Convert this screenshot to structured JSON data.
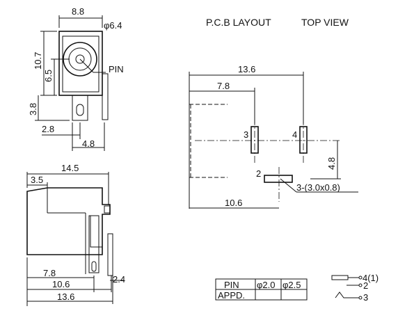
{
  "header": {
    "pcb_layout": "P.C.B LAYOUT",
    "top_view": "TOP VIEW"
  },
  "front_view": {
    "dim_width": "8.8",
    "dim_diameter": "φ6.4",
    "dim_height": "10.7",
    "dim_center": "6.5",
    "dim_bottom": "3.8",
    "dim_offset": "2.8",
    "dim_pin": "4.8",
    "pin_label": "PIN"
  },
  "side_view": {
    "dim_length": "14.5",
    "dim_front": "3.5",
    "dim_a": "7.8",
    "dim_b": "10.6",
    "dim_c": "13.6",
    "dim_d": "2.4"
  },
  "pcb": {
    "dim_total": "13.6",
    "dim_pin3": "7.8",
    "dim_pin2": "10.6",
    "dim_vertical": "4.8",
    "pin1_label": "3",
    "pin2_label": "4",
    "pin3_label": "2",
    "slot_note": "3-(3.0x0.8)"
  },
  "table": {
    "header_pin": "PIN",
    "col1": "φ2.0",
    "col2": "φ2.5",
    "row_label": "APPD.",
    "col1_value": "",
    "col2_value": ""
  },
  "schematic": {
    "pin4": "4(1)",
    "pin2": "2",
    "pin3": "3"
  }
}
